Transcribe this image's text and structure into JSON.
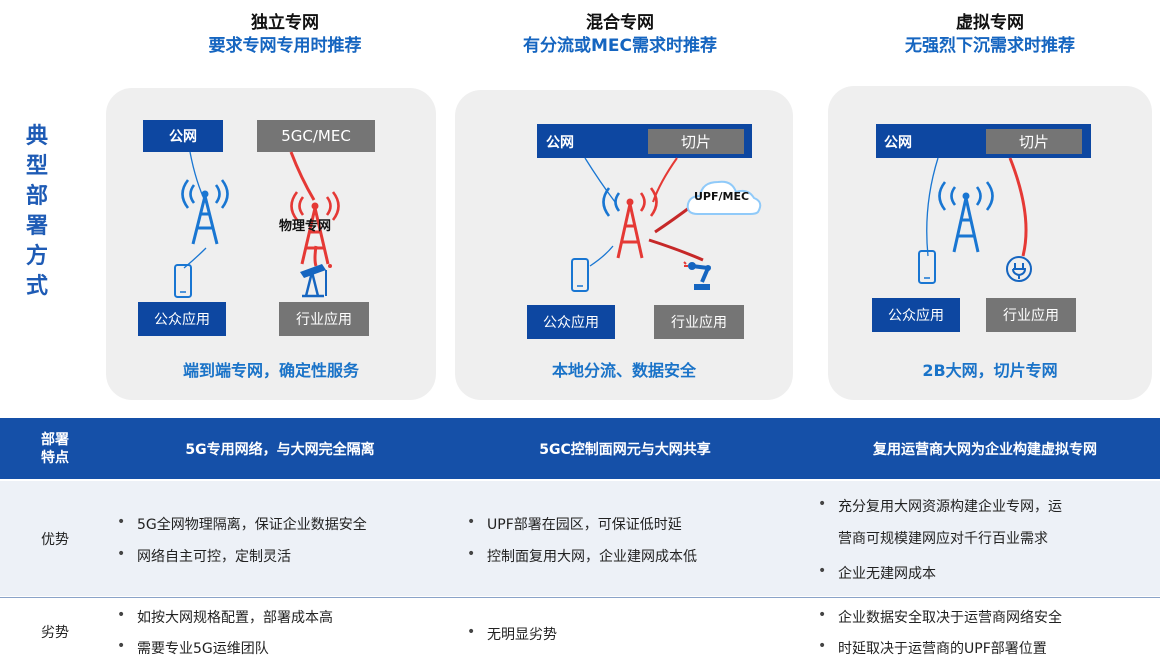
{
  "side_title": [
    "典",
    "型",
    "部",
    "署",
    "方",
    "式"
  ],
  "columns": [
    {
      "title": "独立专网",
      "subtitle": "要求专网专用时推荐",
      "caption": "端到端专网，确定性服务"
    },
    {
      "title": "混合专网",
      "subtitle": "有分流或MEC需求时推荐",
      "caption": "本地分流、数据安全"
    },
    {
      "title": "虚拟专网",
      "subtitle": "无强烈下沉需求时推荐",
      "caption": "2B大网，切片专网"
    }
  ],
  "diagram": {
    "c1": {
      "public_net": "公网",
      "mec": "5GC/MEC",
      "phys_label": "物理专网",
      "public_app": "公众应用",
      "industry_app": "行业应用"
    },
    "c2": {
      "public_net": "公网",
      "slice": "切片",
      "cloud": "UPF/MEC",
      "public_app": "公众应用",
      "industry_app": "行业应用"
    },
    "c3": {
      "public_net": "公网",
      "slice": "切片",
      "public_app": "公众应用",
      "industry_app": "行业应用"
    }
  },
  "colors": {
    "blue": "#0d47a1",
    "accent": "#1a73c8",
    "red": "#e53935",
    "gray": "#757575"
  },
  "icons": [
    "antenna-tower-icon",
    "phone-icon",
    "oil-pump-icon",
    "robot-arm-icon",
    "cloud-icon",
    "plug-icon"
  ],
  "table": {
    "header": [
      "部署\n特点",
      "5G专用网络，与大网完全隔离",
      "5GC控制面网元与大网共享",
      "复用运营商大网为企业构建虚拟专网"
    ],
    "advantages": {
      "label": "优势",
      "c1": [
        "5G全网物理隔离，保证企业数据安全",
        "网络自主可控，定制灵活"
      ],
      "c2": [
        "UPF部署在园区，可保证低时延",
        "控制面复用大网，企业建网成本低"
      ],
      "c3_line1": "充分复用大网资源构建企业专网，运",
      "c3_line2": "营商可规模建网应对千行百业需求",
      "c3_b2": "企业无建网成本"
    },
    "disadvantages": {
      "label": "劣势",
      "c1": [
        "如按大网规格配置，部署成本高",
        "需要专业5G运维团队"
      ],
      "c2": [
        "无明显劣势"
      ],
      "c3": [
        "企业数据安全取决于运营商网络安全",
        "时延取决于运营商的UPF部署位置"
      ]
    }
  }
}
